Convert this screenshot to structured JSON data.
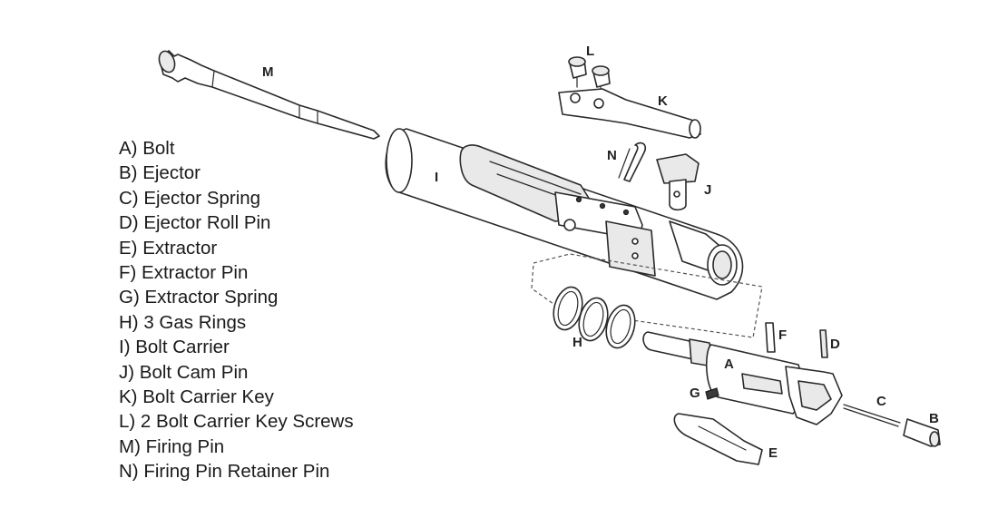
{
  "legend": {
    "items": [
      {
        "text": "A) Bolt"
      },
      {
        "text": "B) Ejector"
      },
      {
        "text": "C) Ejector Spring"
      },
      {
        "text": "D) Ejector Roll Pin"
      },
      {
        "text": "E) Extractor"
      },
      {
        "text": "F) Extractor Pin"
      },
      {
        "text": "G) Extractor Spring"
      },
      {
        "text": "H) 3 Gas Rings"
      },
      {
        "text": "I) Bolt Carrier"
      },
      {
        "text": "J) Bolt Cam Pin"
      },
      {
        "text": "K) Bolt Carrier Key"
      },
      {
        "text": "L) 2 Bolt Carrier Key Screws"
      },
      {
        "text": "M) Firing Pin"
      },
      {
        "text": "N) Firing Pin Retainer Pin"
      }
    ]
  },
  "callouts": {
    "a": "A",
    "b": "B",
    "c": "C",
    "d": "D",
    "e": "E",
    "f": "F",
    "g": "G",
    "h": "H",
    "i": "I",
    "j": "J",
    "k": "K",
    "l": "L",
    "m": "M",
    "n": "N"
  }
}
